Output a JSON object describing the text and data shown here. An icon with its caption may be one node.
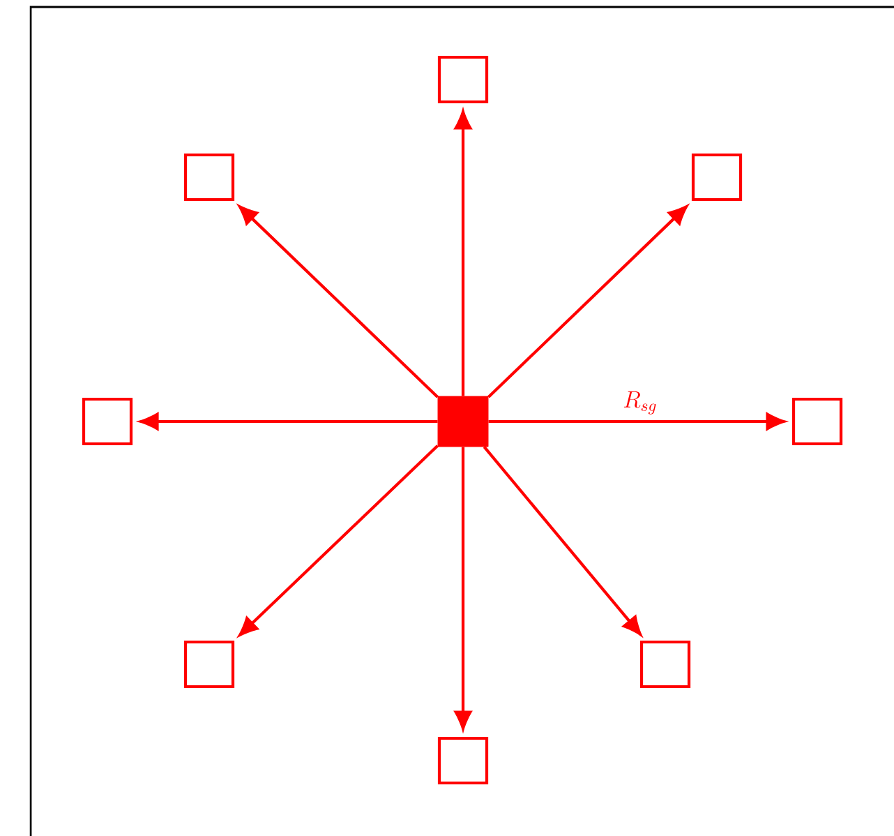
{
  "diagram": {
    "nodes": [
      {
        "text": [],
        "shape": "box"
      },
      {
        "text": [],
        "shape": "box"
      },
      {
        "text": [],
        "shape": "box"
      },
      {
        "text": [],
        "shape": "box"
      },
      {
        "text": [],
        "shape": "box"
      },
      {
        "text": [],
        "shape": "box"
      },
      {
        "text": [],
        "shape": "box"
      },
      {
        "text": [],
        "shape": "box"
      },
      {
        "text": [],
        "shape": "box"
      }
    ],
    "edges": [
      {
        "from": 4,
        "to": 0,
        "arrow": "to"
      },
      {
        "from": 4,
        "to": 1,
        "arrow": "to"
      },
      {
        "from": 4,
        "to": 2,
        "arrow": "to"
      },
      {
        "from": 4,
        "to": 3,
        "arrow": "to"
      },
      {
        "from": 4,
        "to": 5,
        "arrow": "to",
        "label": "R_{sg}"
      },
      {
        "from": 4,
        "to": 6,
        "arrow": "to"
      },
      {
        "from": 4,
        "to": 7,
        "arrow": "to"
      },
      {
        "from": 4,
        "to": 8,
        "arrow": "to"
      }
    ]
  }
}
